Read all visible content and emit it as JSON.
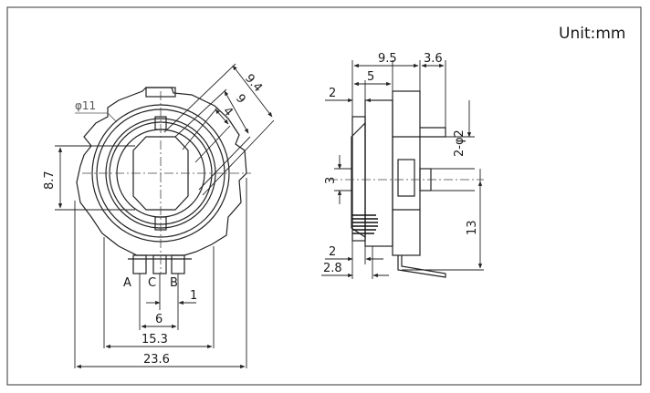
{
  "unit_label": "Unit:mm",
  "front_view": {
    "diameter_callout": "φ11",
    "dims": {
      "d_9_4": "9.4",
      "d_9": "9",
      "d_4": "4",
      "d_8_7": "8.7",
      "d_1": "1",
      "d_6": "6",
      "d_15_3": "15.3",
      "d_23_6": "23.6"
    },
    "pins": {
      "a": "A",
      "c": "C",
      "b": "B"
    }
  },
  "side_view": {
    "dims": {
      "d_9_5": "9.5",
      "d_3_6": "3.6",
      "d_5": "5",
      "d_2_top": "2",
      "d_2_phi2": "2-φ2",
      "d_3": "3",
      "d_13": "13",
      "d_2_bottom": "2",
      "d_2_8": "2.8"
    }
  }
}
